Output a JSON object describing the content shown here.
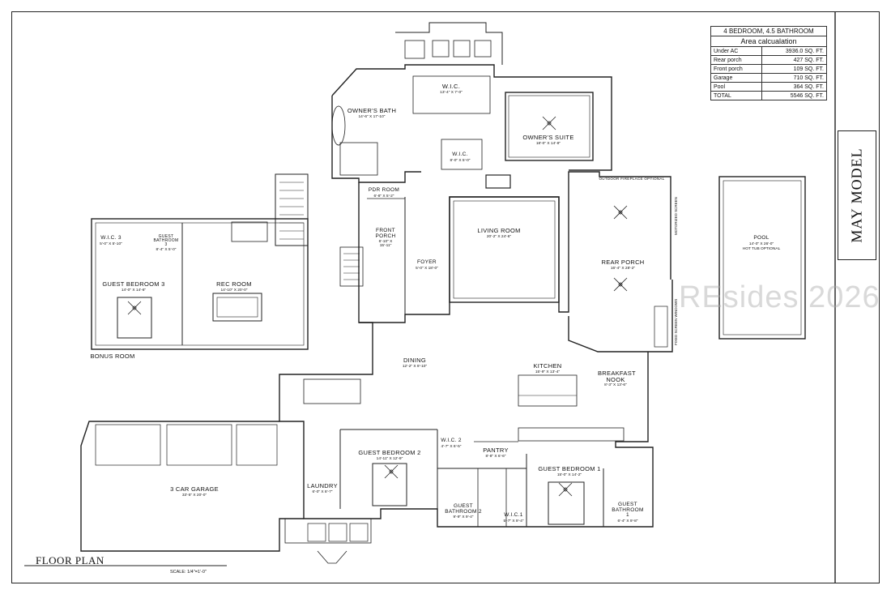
{
  "header": {
    "bedrooms": "4 BEDROOM, 4.5 BATHROOM",
    "table_title": "Area calcualation"
  },
  "areas": [
    {
      "label": "Under AC",
      "value": "3936.0 SQ. FT."
    },
    {
      "label": "Rear porch",
      "value": "427 SQ. FT."
    },
    {
      "label": "Front porch",
      "value": "109 SQ. FT."
    },
    {
      "label": "Garage",
      "value": "710 SQ. FT."
    },
    {
      "label": "Pool",
      "value": "364 SQ. FT."
    },
    {
      "label": "TOTAL",
      "value": "5546 SQ. FT."
    }
  ],
  "model_name": "MAY MODEL",
  "title": "FLOOR PLAN",
  "scale": "SCALE: 1/4\"=1'-0\"",
  "watermark": "REsides 2026",
  "rooms": {
    "owners_bath": {
      "name": "OWNER'S BATH",
      "dim": "14'-6\" X 17'-10\""
    },
    "wic_top": {
      "name": "W.I.C.",
      "dim": "13'-4\" X 7'-0\""
    },
    "owners_suite": {
      "name": "OWNER'S SUITE",
      "dim": "18'-0\" X 14'-8\""
    },
    "wic_small": {
      "name": "W.I.C.",
      "dim": "8'-0\" X 5'-0\""
    },
    "pdr": {
      "name": "PDR ROOM",
      "dim": "6'-8\" X 5'-2\""
    },
    "front_porch": {
      "name": "FRONT PORCH",
      "dim": "6'-10\" X 15'-11\""
    },
    "foyer": {
      "name": "FOYER",
      "dim": "5'-0\" X 18'-0\""
    },
    "living": {
      "name": "LIVING ROOM",
      "dim": "20'-2\" X 24'-6\""
    },
    "rear_porch": {
      "name": "REAR PORCH",
      "dim": "16'-4\" X 28'-2\""
    },
    "pool": {
      "name": "POOL",
      "dim": "14'-0\" X 26'-0\"",
      "note": "HOT TUB OPTIONAL"
    },
    "wic_3": {
      "name": "W.I.C. 3",
      "dim": "5'-0\" X 5'-10\""
    },
    "guest_bath_3": {
      "name": "GUEST BATHROOM 3",
      "dim": "8'-4\" X 5'-0\""
    },
    "guest_bed_3": {
      "name": "GUEST BEDROOM 3",
      "dim": "14'-0\" X 14'-6\""
    },
    "rec": {
      "name": "REC ROOM",
      "dim": "14'-10\" X 20'-0\""
    },
    "bonus": {
      "name": "BONUS ROOM"
    },
    "dining": {
      "name": "DINING",
      "dim": "12'-2\" X 9'-10\""
    },
    "kitchen": {
      "name": "KITCHEN",
      "dim": "15'-9\" X 13'-4\""
    },
    "nook": {
      "name": "BREAKFAST NOOK",
      "dim": "8'-3\" X 13'-6\""
    },
    "garage": {
      "name": "3 CAR GARAGE",
      "dim": "33'-5\" X 20'-0\""
    },
    "laundry": {
      "name": "LAUNDRY",
      "dim": "6'-0\" X 8'-7\""
    },
    "guest_bed_2": {
      "name": "GUEST BEDROOM 2",
      "dim": "14'-11\" X 12'-9\""
    },
    "wic_2": {
      "name": "W.I.C. 2",
      "dim": "4'-7\" X 6'-5\""
    },
    "pantry": {
      "name": "PANTRY",
      "dim": "8'-8\" X 6'-6\""
    },
    "guest_bath_2": {
      "name": "GUEST BATHROOM 2",
      "dim": "9'-9\" X 9'-4\""
    },
    "wic_1": {
      "name": "W.I.C.1",
      "dim": "5'-7\" X 9'-4\""
    },
    "guest_bed_1": {
      "name": "GUEST BEDROOM 1",
      "dim": "15'-0\" X 14'-2\""
    },
    "guest_bath_1": {
      "name": "GUEST BATHROOM 1",
      "dim": "6'-4\" X 9'-8\""
    }
  },
  "notes": {
    "fireplace": "OUTDOOR FIREPLACE OPTIONAL",
    "motorized_screen": "MOTORIZED SCREEN",
    "fixed_screen": "FIXED SCREEN WINDOWS"
  }
}
